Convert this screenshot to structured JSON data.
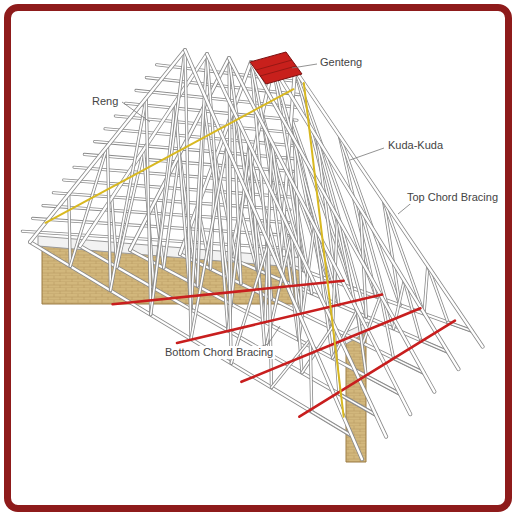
{
  "diagram": {
    "labels": [
      "Genteng",
      "Reng",
      "Kuda-Kuda",
      "Top Chord Bracing",
      "Bottom Chord Bracing"
    ]
  }
}
